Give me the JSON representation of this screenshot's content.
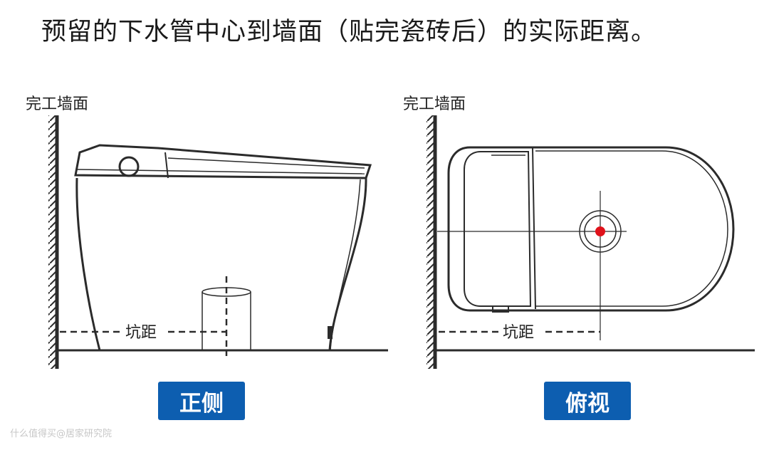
{
  "title": "预留的下水管中心到墙面（贴完瓷砖后）的实际距离。",
  "left_panel": {
    "wall_label": "完工墙面",
    "dimension_label": "坑距",
    "view_label": "正侧"
  },
  "right_panel": {
    "wall_label": "完工墙面",
    "dimension_label": "坑距",
    "view_label": "俯视"
  },
  "watermark": "什么值得买@居家研究院",
  "colors": {
    "badge": "#0d5eb0",
    "drain_marker": "#e0121b",
    "line": "#2b2b2b"
  }
}
